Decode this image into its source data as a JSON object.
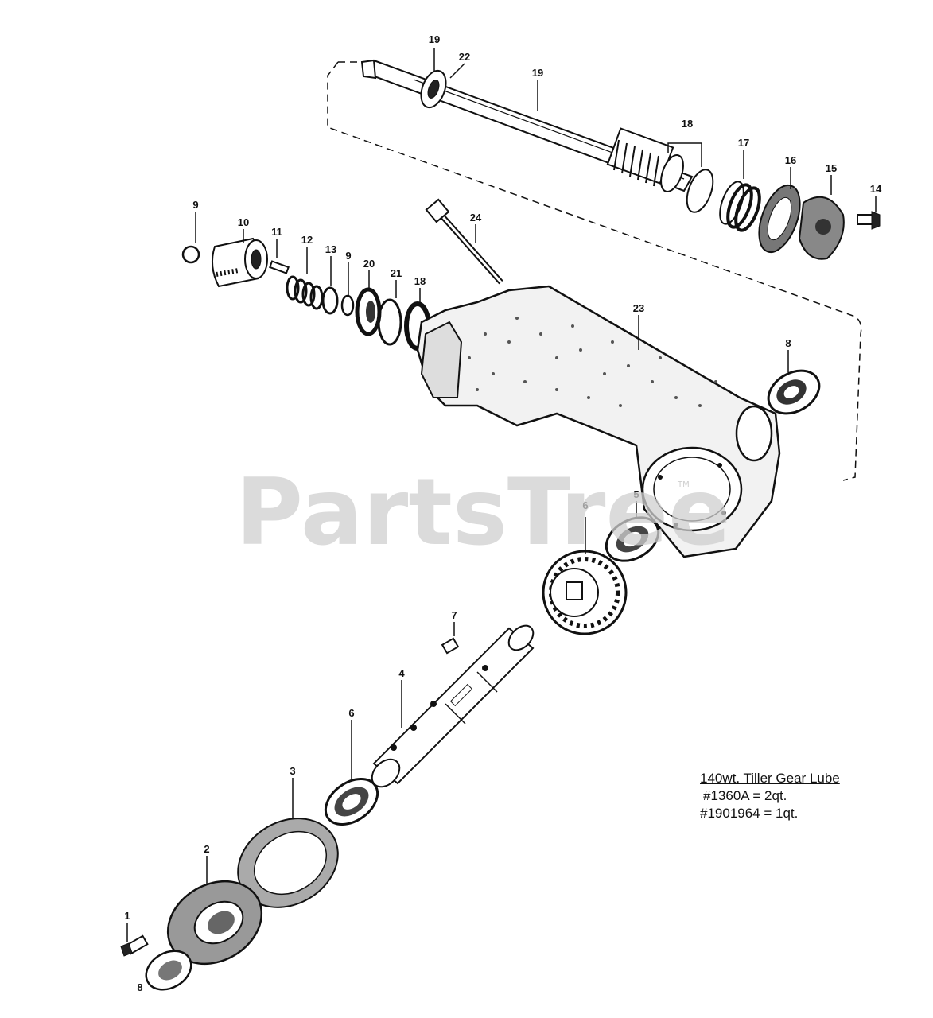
{
  "watermark": {
    "text": "PartsTree",
    "trademark": "TM"
  },
  "lube_note": {
    "heading": "140wt. Tiller Gear Lube",
    "lines": [
      "#1360A = 2qt.",
      "#1901964 = 1qt."
    ]
  },
  "callouts": [
    {
      "id": "c19a",
      "label": "19"
    },
    {
      "id": "c22a",
      "label": "22"
    },
    {
      "id": "c19b",
      "label": "19"
    },
    {
      "id": "c18a",
      "label": "18"
    },
    {
      "id": "c17",
      "label": "17"
    },
    {
      "id": "c16",
      "label": "16"
    },
    {
      "id": "c15",
      "label": "15"
    },
    {
      "id": "c14",
      "label": "14"
    },
    {
      "id": "c24",
      "label": "24"
    },
    {
      "id": "c9a",
      "label": "9"
    },
    {
      "id": "c10",
      "label": "10"
    },
    {
      "id": "c11",
      "label": "11"
    },
    {
      "id": "c12",
      "label": "12"
    },
    {
      "id": "c13",
      "label": "13"
    },
    {
      "id": "c9b",
      "label": "9"
    },
    {
      "id": "c20",
      "label": "20"
    },
    {
      "id": "c21",
      "label": "21"
    },
    {
      "id": "c18b",
      "label": "18"
    },
    {
      "id": "c23",
      "label": "23"
    },
    {
      "id": "c8a",
      "label": "8"
    },
    {
      "id": "c5",
      "label": "5"
    },
    {
      "id": "c6a",
      "label": "6"
    },
    {
      "id": "c7",
      "label": "7"
    },
    {
      "id": "c4",
      "label": "4"
    },
    {
      "id": "c6b",
      "label": "6"
    },
    {
      "id": "c3",
      "label": "3"
    },
    {
      "id": "c2",
      "label": "2"
    },
    {
      "id": "c1",
      "label": "1"
    },
    {
      "id": "c8b",
      "label": "8"
    }
  ]
}
